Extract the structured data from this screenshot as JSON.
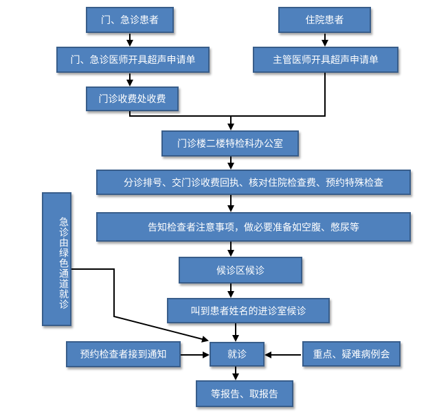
{
  "nodes": {
    "outpatient": "门、急诊患者",
    "inpatient": "住院患者",
    "outpatient_doctor": "门、急诊医师开具超声申请单",
    "attending_doctor": "主管医师开具超声申请单",
    "cashier": "门诊收费处收费",
    "office": "门诊楼二楼特检科办公室",
    "triage": "分诊排号、交门诊收费回执、核对住院检查费、预约特殊检查",
    "notice": "告知检查者注意事项，做必要准备如空腹、憋尿等",
    "waiting": "候诊区候诊",
    "called": "叫到患者姓名的进诊室候诊",
    "appointment": "预约检查者接到通知",
    "consult": "就诊",
    "difficult": "重点、疑难病例会",
    "report": "等报告、取报告",
    "green_channel": "急诊由绿色通道就诊"
  },
  "colors": {
    "box_fill": "#4F81BD",
    "box_border": "#385D8A",
    "text": "#ffffff",
    "line": "#000000"
  }
}
